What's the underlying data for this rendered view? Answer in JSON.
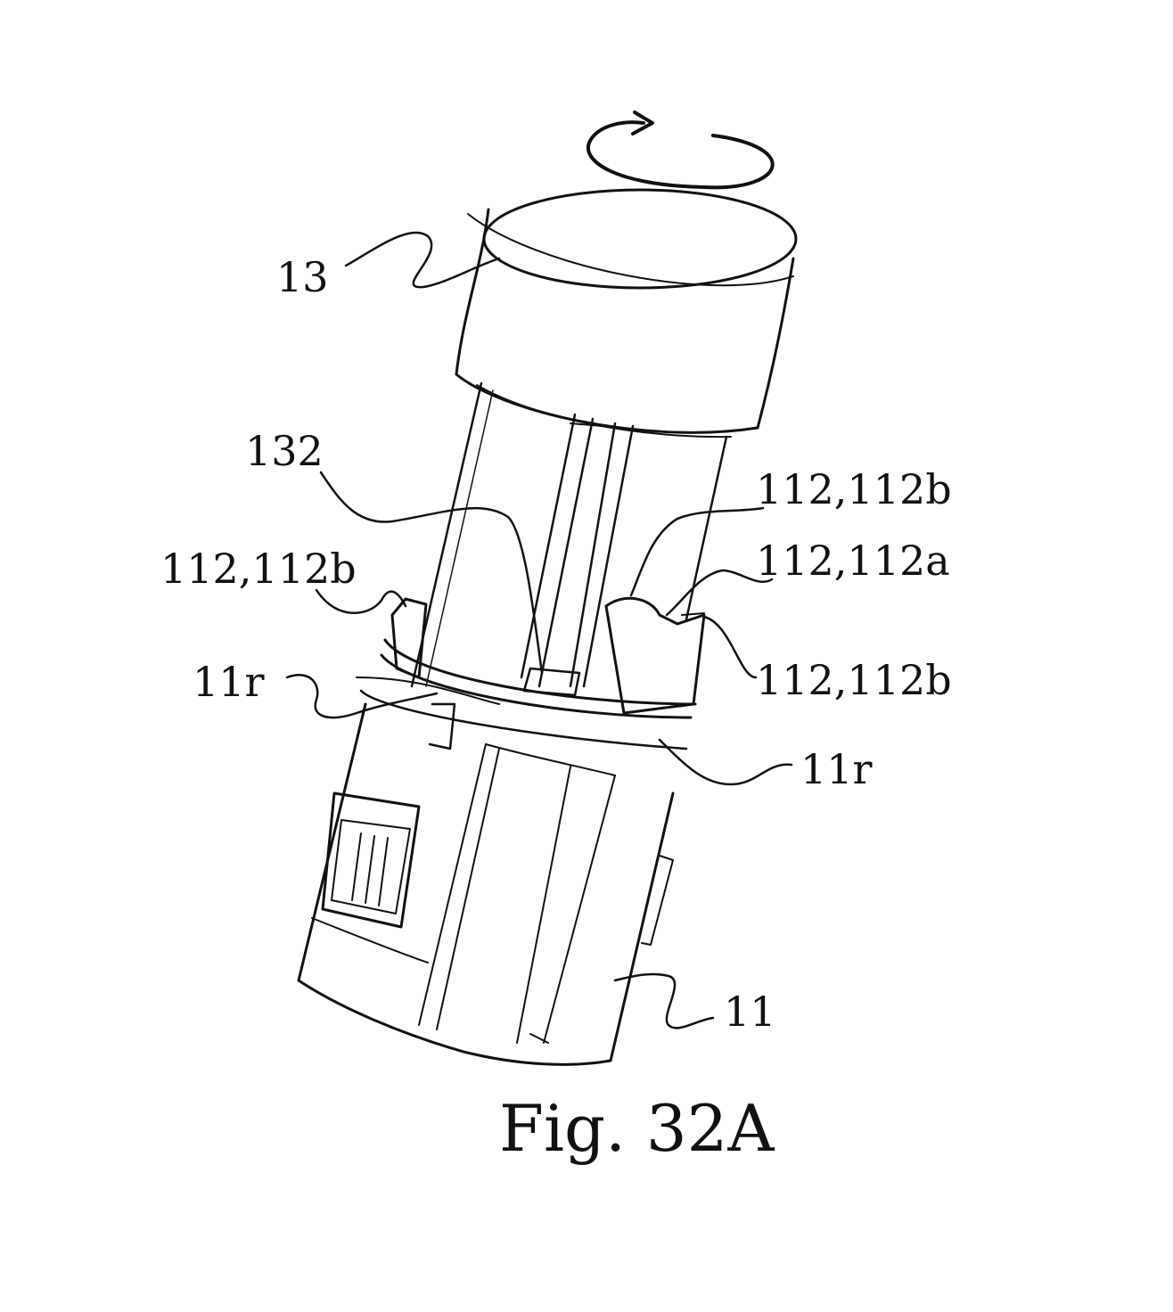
{
  "labels": {
    "cap": "13",
    "cap_rib": "132",
    "stop_top_right": "112,112b",
    "stop_mid_right": "112,112a",
    "stop_low_right": "112,112b",
    "stop_left": "112,112b",
    "ring_left": "11r",
    "ring_right": "11r",
    "body": "11"
  },
  "caption": "Fig. 32A",
  "icons": [
    "rotation-arrow-icon"
  ],
  "colors": {
    "line": "#111111",
    "background": "#ffffff"
  }
}
